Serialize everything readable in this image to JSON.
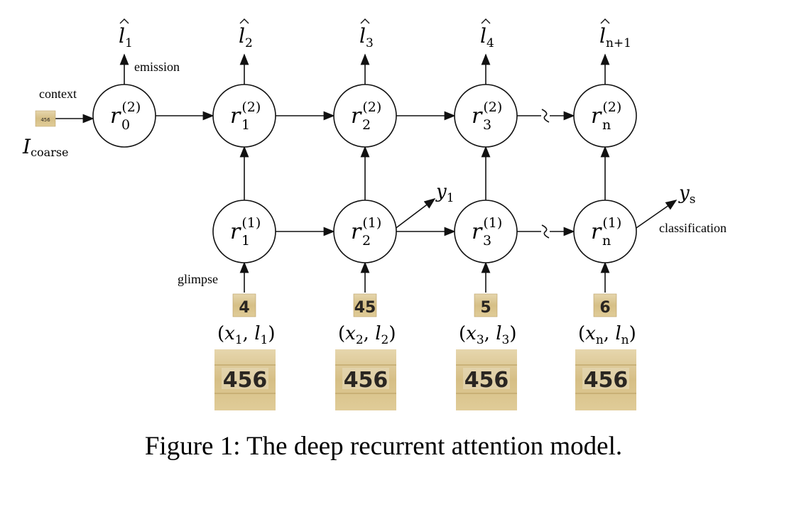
{
  "labels": {
    "context": "context",
    "emission": "emission",
    "glimpse": "glimpse",
    "classification": "classification",
    "i_coarse_main": "I",
    "i_coarse_sub": "coarse"
  },
  "caption": "Figure 1: The deep recurrent attention model.",
  "top_nodes": [
    {
      "id": "r0-2",
      "base": "r",
      "sub": "0",
      "sup": "(2)"
    },
    {
      "id": "r1-2",
      "base": "r",
      "sub": "1",
      "sup": "(2)"
    },
    {
      "id": "r2-2",
      "base": "r",
      "sub": "2",
      "sup": "(2)"
    },
    {
      "id": "r3-2",
      "base": "r",
      "sub": "3",
      "sup": "(2)"
    },
    {
      "id": "rn-2",
      "base": "r",
      "sub": "n",
      "sup": "(2)"
    }
  ],
  "bottom_nodes": [
    {
      "id": "r1-1",
      "base": "r",
      "sub": "1",
      "sup": "(1)"
    },
    {
      "id": "r2-1",
      "base": "r",
      "sub": "2",
      "sup": "(1)"
    },
    {
      "id": "r3-1",
      "base": "r",
      "sub": "3",
      "sup": "(1)"
    },
    {
      "id": "rn-1",
      "base": "r",
      "sub": "n",
      "sup": "(1)"
    }
  ],
  "emissions": [
    {
      "base": "l",
      "sub": "1"
    },
    {
      "base": "l",
      "sub": "2"
    },
    {
      "base": "l",
      "sub": "3"
    },
    {
      "base": "l",
      "sub": "4"
    },
    {
      "base": "l",
      "sub": "n+1"
    }
  ],
  "outputs": [
    {
      "base": "y",
      "sub": "1"
    },
    {
      "base": "y",
      "sub": "s"
    }
  ],
  "glimpse_labels": [
    {
      "x": "x",
      "xsub": "1",
      "l": "l",
      "lsub": "1"
    },
    {
      "x": "x",
      "xsub": "2",
      "l": "l",
      "lsub": "2"
    },
    {
      "x": "x",
      "xsub": "3",
      "l": "l",
      "lsub": "3"
    },
    {
      "x": "x",
      "xsub": "n",
      "l": "l",
      "lsub": "n"
    }
  ],
  "glimpse_patch_text": [
    "4",
    "45",
    "5",
    "6"
  ],
  "image_text": "456",
  "colors": {
    "stroke": "#111111",
    "patch_bg": "#d9c79a",
    "patch_brick": "#cdb57c",
    "digit_dark": "#2a2622",
    "digit_red": "#a7463f"
  }
}
